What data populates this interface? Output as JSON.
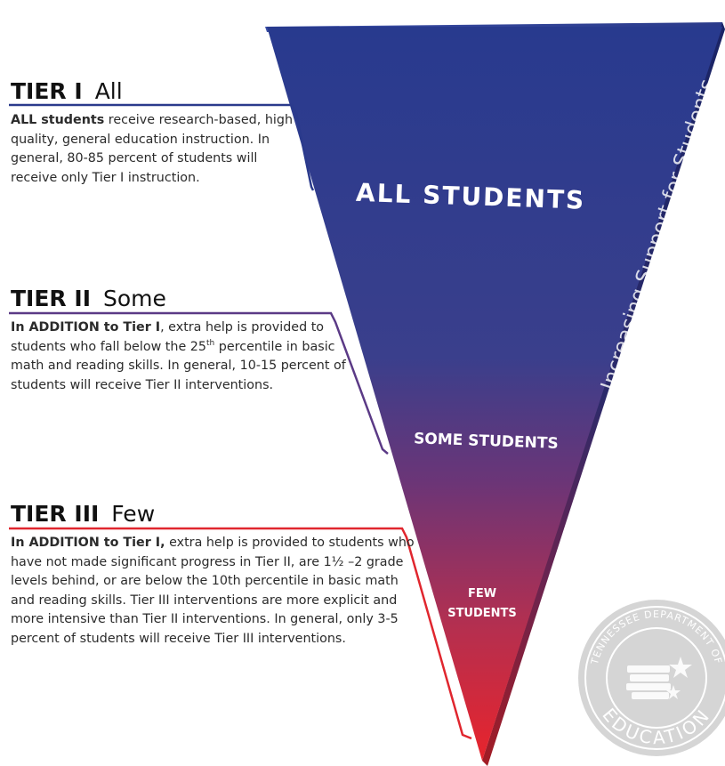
{
  "tiers": [
    {
      "name": "TIER I",
      "word": "All",
      "lead": "ALL students",
      "text": " receive research-based, high quality, general education instruction. In general, 80-85 percent of students will receive only Tier I instruction.",
      "color": "#2a3a8c"
    },
    {
      "name": "TIER II",
      "word": "Some",
      "lead": "In ADDITION to Tier I",
      "text_a": ", extra help is provided to students who fall below the 25",
      "sup": "th",
      "text_b": " percentile in basic math and reading skills. In general, 10-15 percent of students will receive Tier II interventions.",
      "color": "#5b3a86"
    },
    {
      "name": "TIER III",
      "word": "Few",
      "lead": "In ADDITION to Tier I,",
      "text": " extra help is provided to students who have not made significant progress in Tier II, are 1½ –2 grade levels behind, or are below the 10th percentile in basic math and reading skills. Tier III interventions are more explicit and more intensive than Tier II interventions. In general, only 3-5 percent of students will receive Tier III interventions.",
      "color": "#e0262e"
    }
  ],
  "funnel": {
    "label_all": "ALL STUDENTS",
    "label_some": "SOME STUDENTS",
    "label_few_line1": "FEW",
    "label_few_line2": "STUDENTS",
    "side_label": "Increasing Support for Students",
    "top_color": "#283a8e",
    "mid_color": "#6b3577",
    "bottom_color": "#e8242c"
  },
  "seal": {
    "top_text": "TENNESSEE DEPARTMENT OF",
    "bottom_text": "EDUCATION"
  }
}
